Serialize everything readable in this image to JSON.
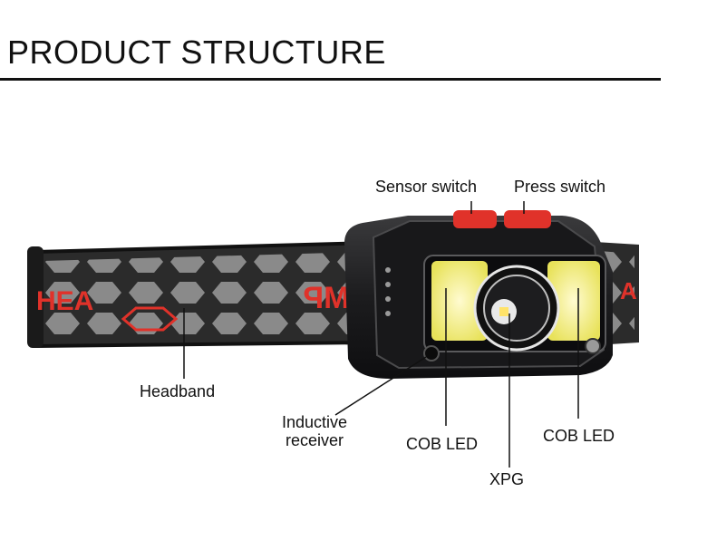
{
  "header": {
    "title": "PRODUCT STRUCTURE"
  },
  "product": {
    "band_text": "AMP",
    "band_text_left": "HEA"
  },
  "callouts": {
    "sensor_switch": "Sensor switch",
    "press_switch": "Press switch",
    "headband": "Headband",
    "inductive_receiver_line1": "Inductive",
    "inductive_receiver_line2": "receiver",
    "cob_led_left": "COB LED",
    "cob_led_right": "COB LED",
    "xpg": "XPG"
  },
  "colors": {
    "accent_red": "#e0322a",
    "band_dark": "#2b2b2b",
    "band_pattern": "#8a8a8a",
    "housing": "#1c1c1e",
    "cob_yellow": "#f1ee6a"
  }
}
